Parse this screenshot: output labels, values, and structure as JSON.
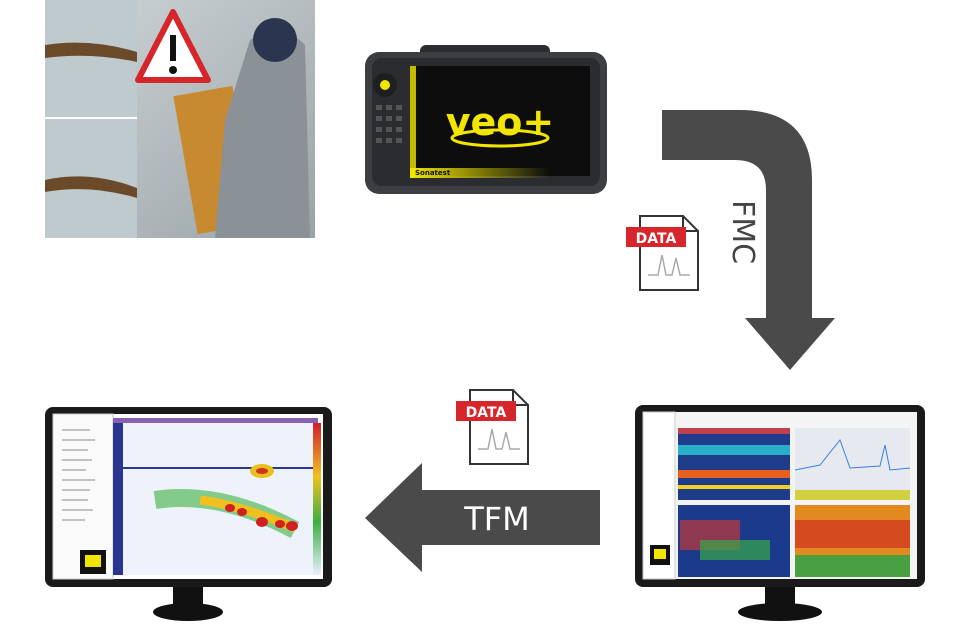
{
  "device": {
    "brand_logo": "veo+",
    "maker": "Sonatest"
  },
  "data_file_1": {
    "label": "DATA"
  },
  "data_file_2": {
    "label": "DATA"
  },
  "arrow_down": {
    "label": "FMC"
  },
  "arrow_left": {
    "label": "TFM"
  },
  "colors": {
    "arrow": "#4a4a4a",
    "data_tag": "#d7262b",
    "veo_yellow": "#f2e600"
  }
}
